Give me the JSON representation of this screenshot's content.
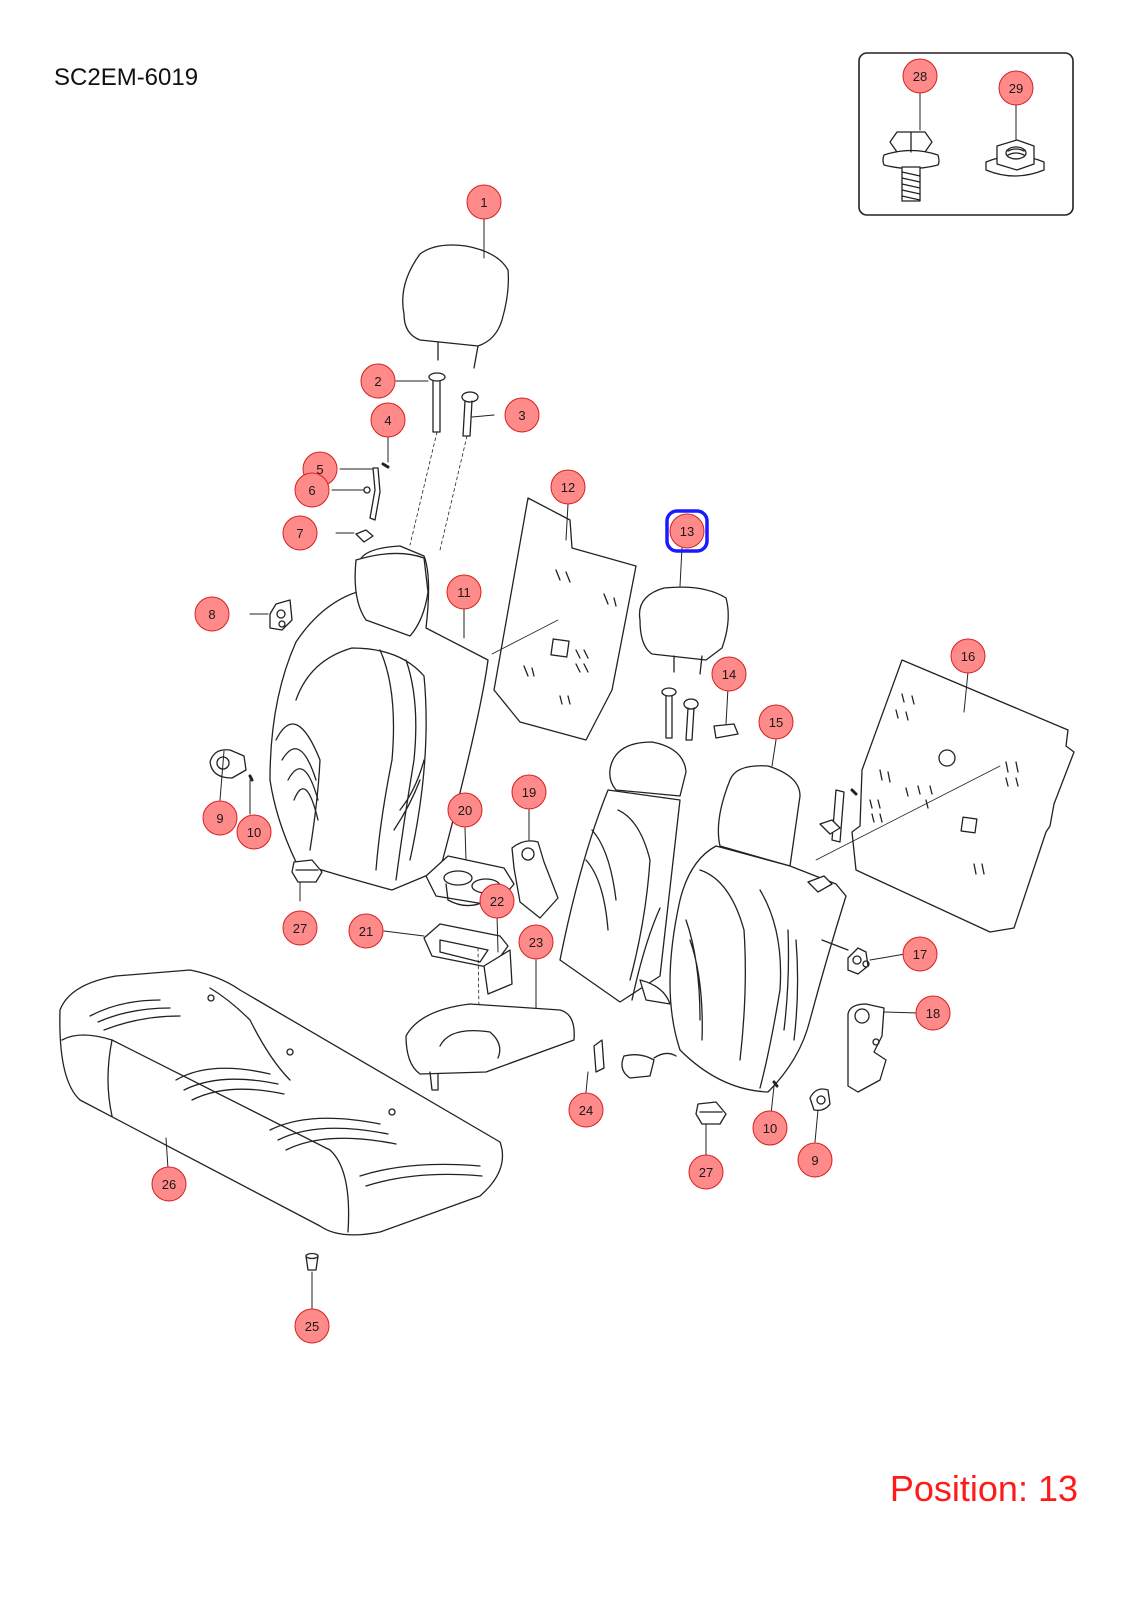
{
  "diagram_code": "SC2EM-6019",
  "position_label": "Position: 13",
  "selected_part": "13",
  "colors": {
    "callout_fill": "#ff8a8a",
    "callout_stroke": "#d62020",
    "selected_stroke": "#1a1aff",
    "position_text": "#ff1a1a",
    "line": "#222222"
  },
  "callouts": [
    {
      "label": "1"
    },
    {
      "label": "2"
    },
    {
      "label": "3"
    },
    {
      "label": "4"
    },
    {
      "label": "5"
    },
    {
      "label": "6"
    },
    {
      "label": "7"
    },
    {
      "label": "8"
    },
    {
      "label": "9"
    },
    {
      "label": "10"
    },
    {
      "label": "11"
    },
    {
      "label": "12"
    },
    {
      "label": "13"
    },
    {
      "label": "14"
    },
    {
      "label": "15"
    },
    {
      "label": "16"
    },
    {
      "label": "17"
    },
    {
      "label": "18"
    },
    {
      "label": "19"
    },
    {
      "label": "20"
    },
    {
      "label": "21"
    },
    {
      "label": "22"
    },
    {
      "label": "23"
    },
    {
      "label": "24"
    },
    {
      "label": "25"
    },
    {
      "label": "26"
    },
    {
      "label": "27"
    },
    {
      "label": "27"
    },
    {
      "label": "28"
    },
    {
      "label": "29"
    },
    {
      "label": "9"
    },
    {
      "label": "10"
    }
  ]
}
